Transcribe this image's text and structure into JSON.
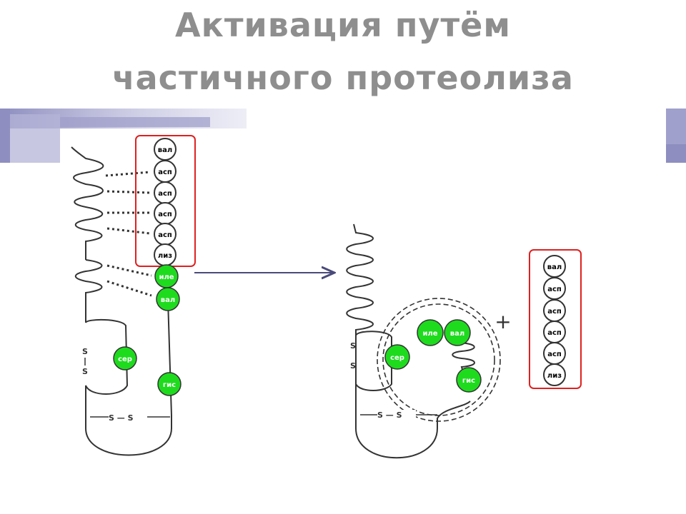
{
  "title": {
    "line1": "Активация путём",
    "line2": "частичного протеолиза"
  },
  "colors": {
    "title": "#8e8e8e",
    "highlight_box": "#e02020",
    "active_residue": "#1edb1e",
    "arrow": "#4a4a7a",
    "line": "#333333",
    "decor": "#8e8ec0"
  },
  "left_molecule": {
    "cleaved_peptide": [
      "вал",
      "асп",
      "асп",
      "асп",
      "асп",
      "лиз"
    ],
    "active_residues": [
      "иле",
      "вал",
      "сер",
      "гис"
    ],
    "disulfide_vertical": [
      "S",
      "S"
    ],
    "disulfide_horizontal": "S — S"
  },
  "right_molecule": {
    "active_site_residues": [
      "иле",
      "вал",
      "сер",
      "гис"
    ],
    "disulfide_vertical": [
      "S",
      "S"
    ],
    "disulfide_horizontal": "S — S"
  },
  "released_peptide": {
    "plus_sign": "+",
    "residues": [
      "вал",
      "асп",
      "асп",
      "асп",
      "асп",
      "лиз"
    ]
  }
}
